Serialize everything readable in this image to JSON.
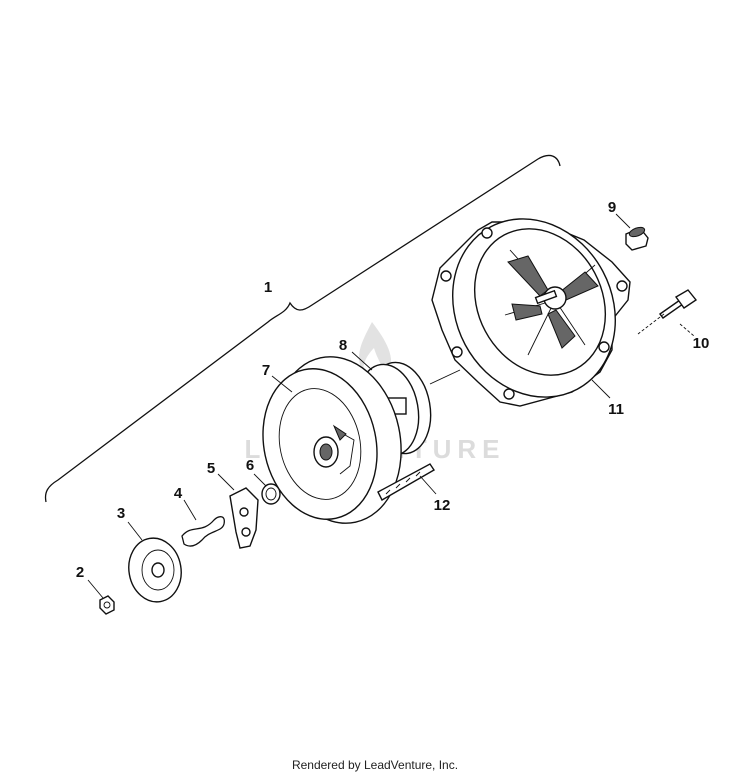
{
  "diagram": {
    "callouts": [
      {
        "id": "1",
        "label": "1"
      },
      {
        "id": "2",
        "label": "2"
      },
      {
        "id": "3",
        "label": "3"
      },
      {
        "id": "4",
        "label": "4"
      },
      {
        "id": "5",
        "label": "5"
      },
      {
        "id": "6",
        "label": "6"
      },
      {
        "id": "7",
        "label": "7"
      },
      {
        "id": "8",
        "label": "8"
      },
      {
        "id": "9",
        "label": "9"
      },
      {
        "id": "10",
        "label": "10"
      },
      {
        "id": "11",
        "label": "11"
      },
      {
        "id": "12",
        "label": "12"
      }
    ],
    "watermark": "LEADVENTURE",
    "footer": "Rendered by LeadVenture, Inc."
  }
}
